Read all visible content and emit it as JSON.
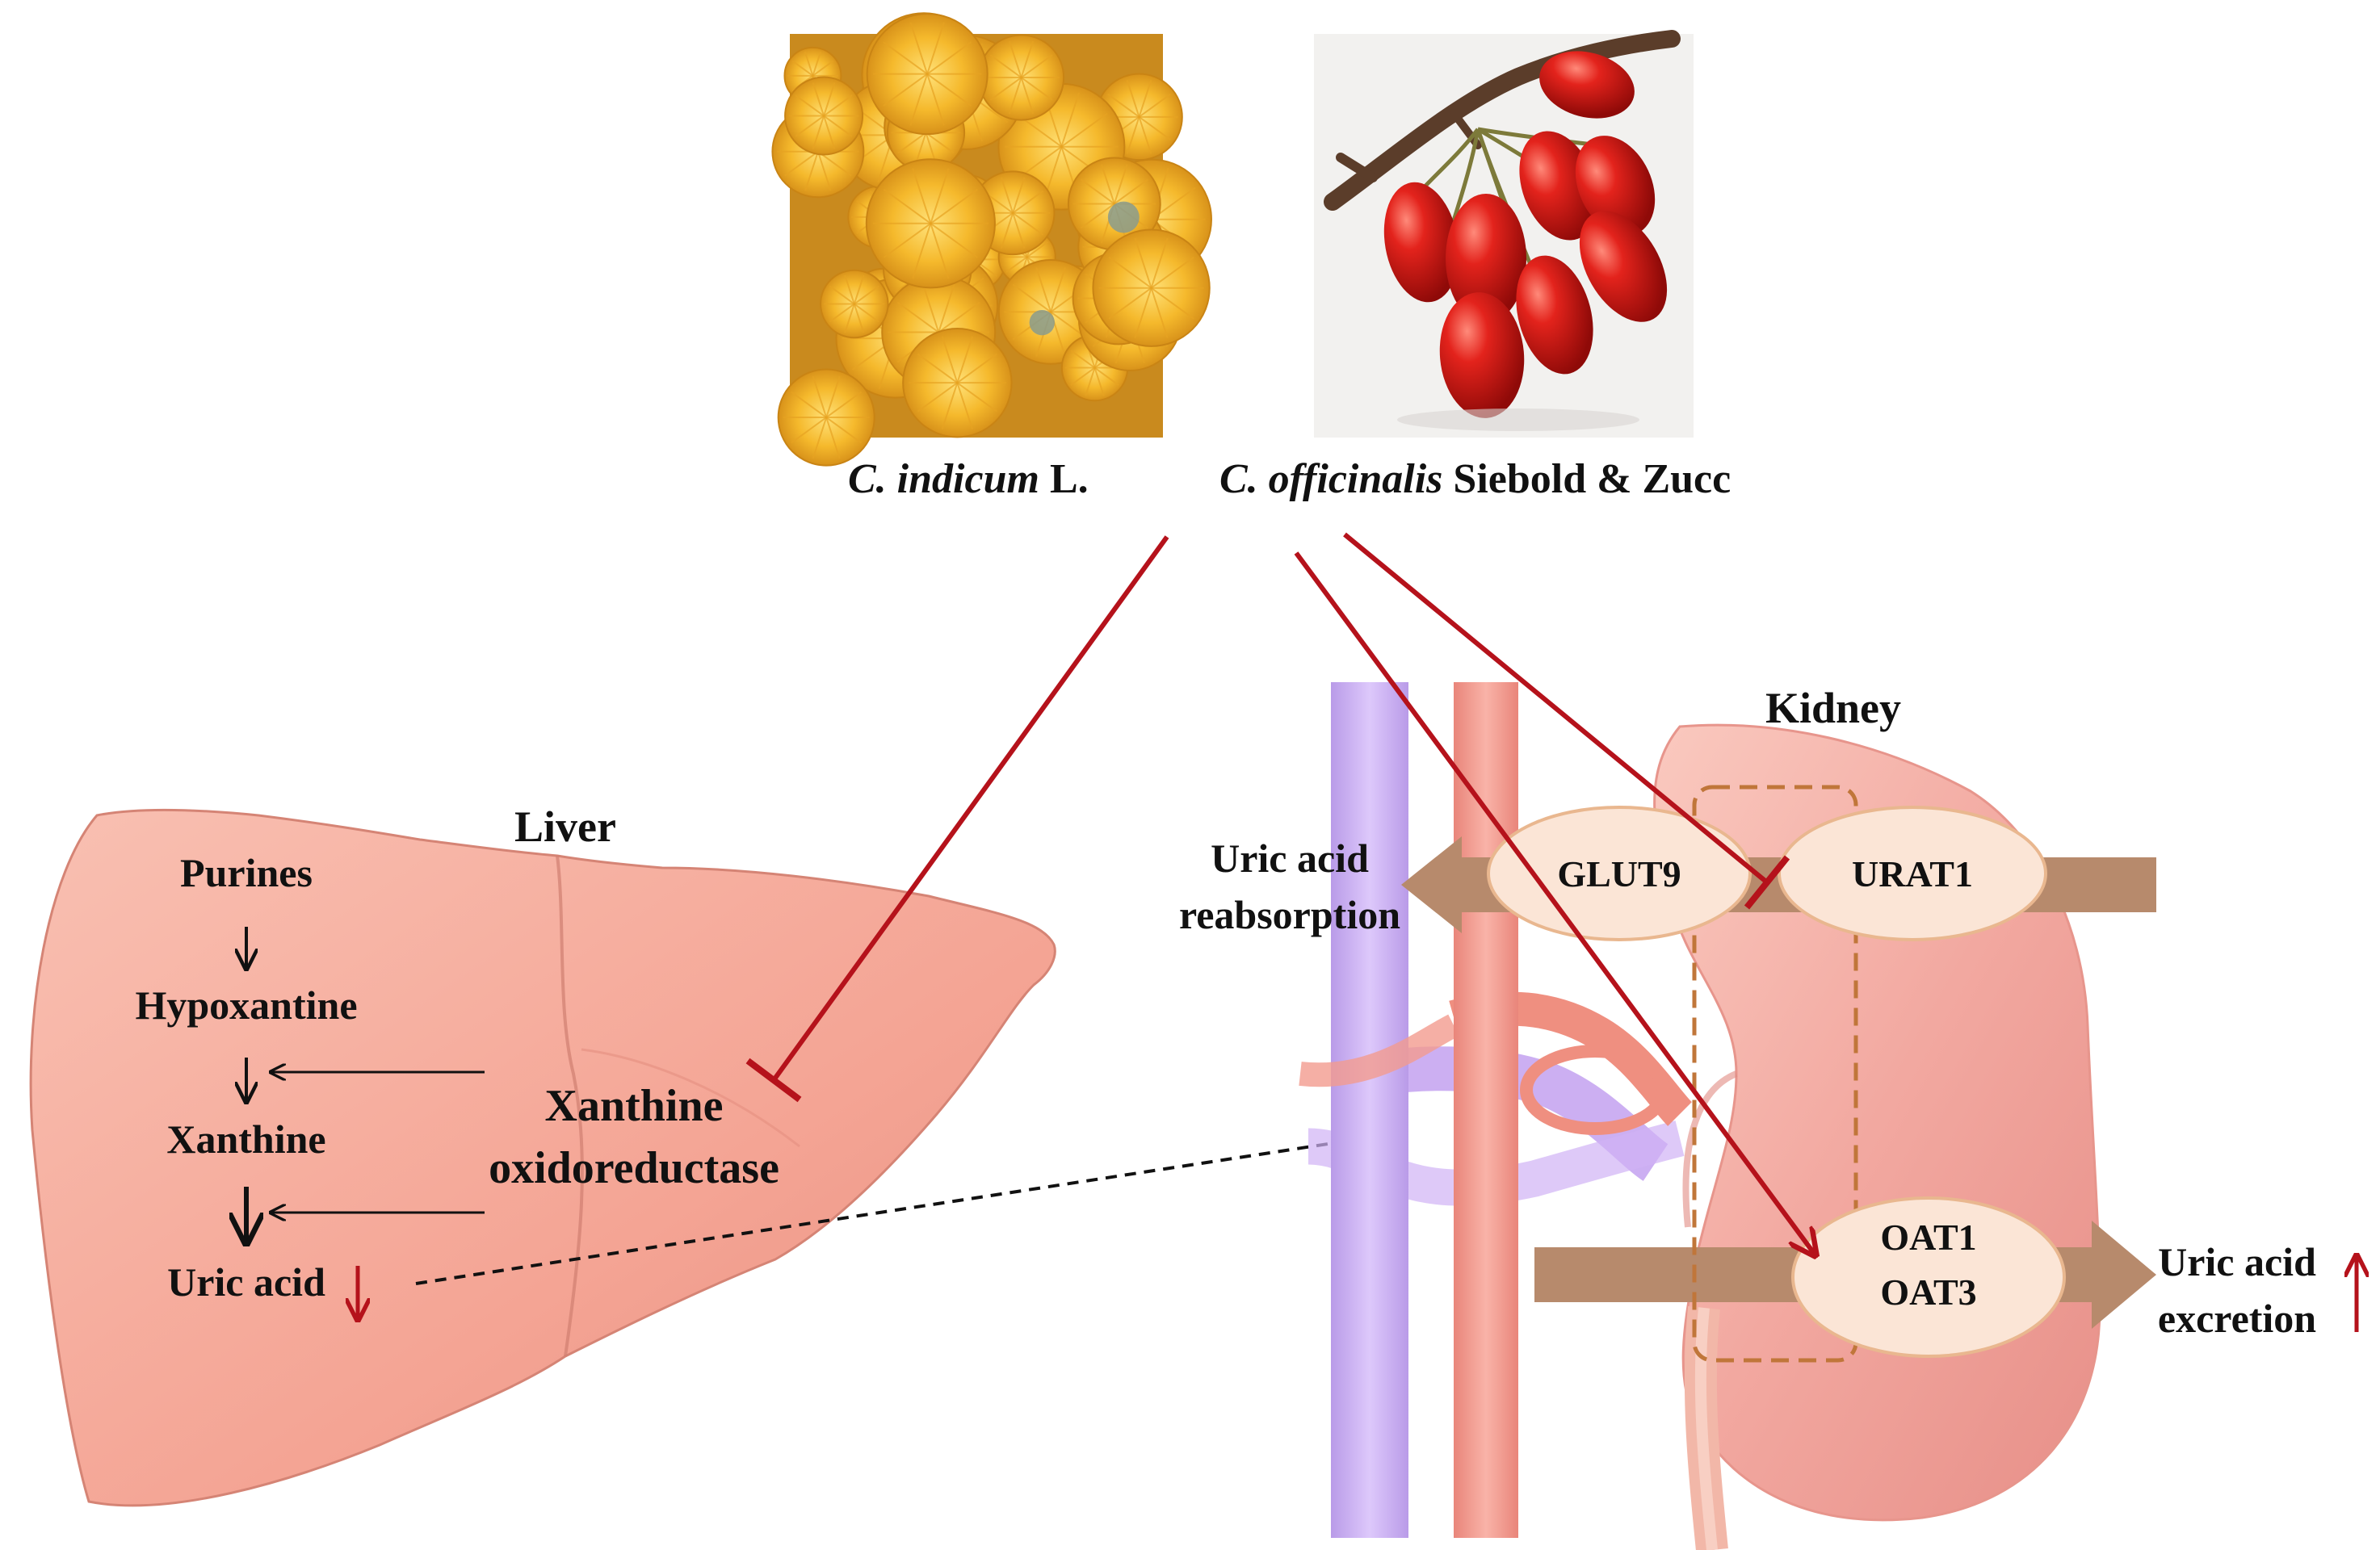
{
  "plants": [
    {
      "italic": "C. indicum",
      "rest": " L."
    },
    {
      "italic": "C. officinalis",
      "rest": " Siebold & Zucc"
    }
  ],
  "liver": {
    "title": "Liver",
    "pathway": [
      "Purines",
      "Hypoxantine",
      "Xanthine",
      "Uric acid"
    ],
    "enzyme": [
      "Xanthine",
      "oxidoreductase"
    ]
  },
  "kidney": {
    "title": "Kidney",
    "transporters": {
      "glut9": "GLUT9",
      "urat1": "URAT1",
      "oat": [
        "OAT1",
        "OAT3"
      ]
    },
    "reabsorption": [
      "Uric acid",
      "reabsorption"
    ],
    "excretion": [
      "Uric acid",
      "excretion"
    ]
  },
  "colors": {
    "inhibit": "#b5121b",
    "organ": "#f4a89a",
    "transport_arrow": "#b78a6c",
    "transporter_fill": "#fbe5d6",
    "dashed_box": "#c0763a",
    "vein": "#c9a6f0",
    "artery": "#ef8c7e"
  }
}
